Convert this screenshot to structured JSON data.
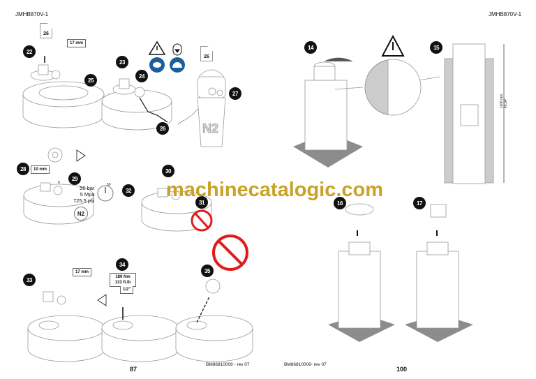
{
  "left_page": {
    "header": "JMHB870V-1",
    "page_number": "87",
    "doc_code": "BM86810009 - rev 07",
    "doc_refs": [
      "26",
      "26"
    ],
    "steps": [
      "22",
      "23",
      "24",
      "25",
      "26",
      "27",
      "28",
      "29",
      "30",
      "31",
      "32",
      "33",
      "34",
      "35"
    ],
    "labels": {
      "wrench_17mm_a": "17 mm",
      "wrench_10mm": "10 mm",
      "wrench_17mm_b": "17 mm",
      "torque_nm": "180 Nm",
      "torque_ftlb": "133 ft.lb",
      "drive_size": "1/2\""
    },
    "pressure": [
      "50 bar",
      "5 Mpa",
      "725.5 psi"
    ],
    "gas": "N2",
    "gauge_marks": [
      "0",
      "50"
    ]
  },
  "right_page": {
    "header": "JMHB870V-1",
    "page_number": "100",
    "doc_code": "BM86810009- rev 07",
    "steps": [
      "14",
      "15",
      "16",
      "17"
    ],
    "dimension": [
      "1106 mm",
      "43.54\""
    ]
  },
  "watermark": "machinecatalogic.com",
  "colors": {
    "watermark": "#c9a227",
    "ppe_blue": "#1c5f9c",
    "prohibit_red": "#e01b1b",
    "floor_grey": "#8c8c8c"
  }
}
